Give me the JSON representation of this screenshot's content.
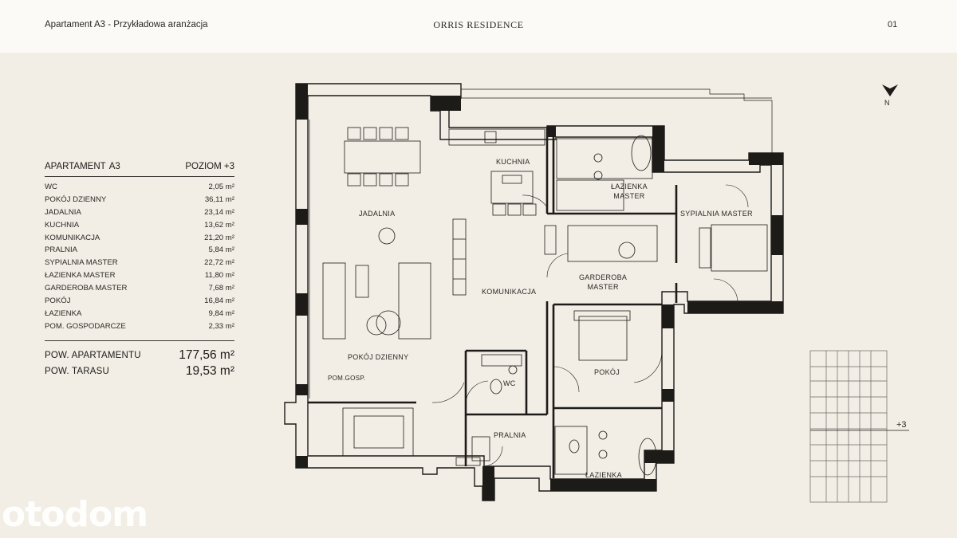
{
  "header": {
    "title_left": "Apartament A3 - Przykładowa aranżacja",
    "title_center": "ORRIS RESIDENCE",
    "page_number": "01"
  },
  "summary": {
    "heading_left": "APARTAMENT",
    "heading_code": "A3",
    "heading_right": "POZIOM +3",
    "rooms": [
      {
        "name": "WC",
        "area": "2,05 m²"
      },
      {
        "name": "POKÓJ DZIENNY",
        "area": "36,11 m²"
      },
      {
        "name": "JADALNIA",
        "area": "23,14 m²"
      },
      {
        "name": "KUCHNIA",
        "area": "13,62 m²"
      },
      {
        "name": "KOMUNIKACJA",
        "area": "21,20 m²"
      },
      {
        "name": "PRALNIA",
        "area": "5,84 m²"
      },
      {
        "name": "SYPIALNIA MASTER",
        "area": "22,72 m²"
      },
      {
        "name": "ŁAZIENKA MASTER",
        "area": "11,80 m²"
      },
      {
        "name": "GARDEROBA MASTER",
        "area": "7,68 m²"
      },
      {
        "name": "POKÓJ",
        "area": "16,84 m²"
      },
      {
        "name": "ŁAZIENKA",
        "area": "9,84 m²"
      },
      {
        "name": "POM. GOSPODARCZE",
        "area": "2,33 m²"
      }
    ],
    "total_apartment_label": "POW. APARTAMENTU",
    "total_apartment_value": "177,56 m²",
    "total_terrace_label": "POW. TARASU",
    "total_terrace_value": "19,53 m²"
  },
  "plan_labels": {
    "kuchnia": "KUCHNIA",
    "jadalnia": "JADALNIA",
    "komunikacja": "KOMUNIKACJA",
    "pokoj_dzienny": "POKÓJ DZIENNY",
    "pom_gosp": "POM.GOSP.",
    "wc": "WC",
    "pralnia": "PRALNIA",
    "lazienka_master_1": "ŁAZIENKA",
    "lazienka_master_2": "MASTER",
    "sypialnia_master": "SYPIALNIA MASTER",
    "garderoba_1": "GARDEROBA",
    "garderoba_2": "MASTER",
    "pokoj": "POKÓJ",
    "lazienka": "ŁAZIENKA"
  },
  "compass_label": "N",
  "elevation_level": "+3",
  "watermark": "otodom",
  "colors": {
    "background": "#f2eee6",
    "header": "#fbfaf7",
    "wall": "#1d1b18"
  }
}
